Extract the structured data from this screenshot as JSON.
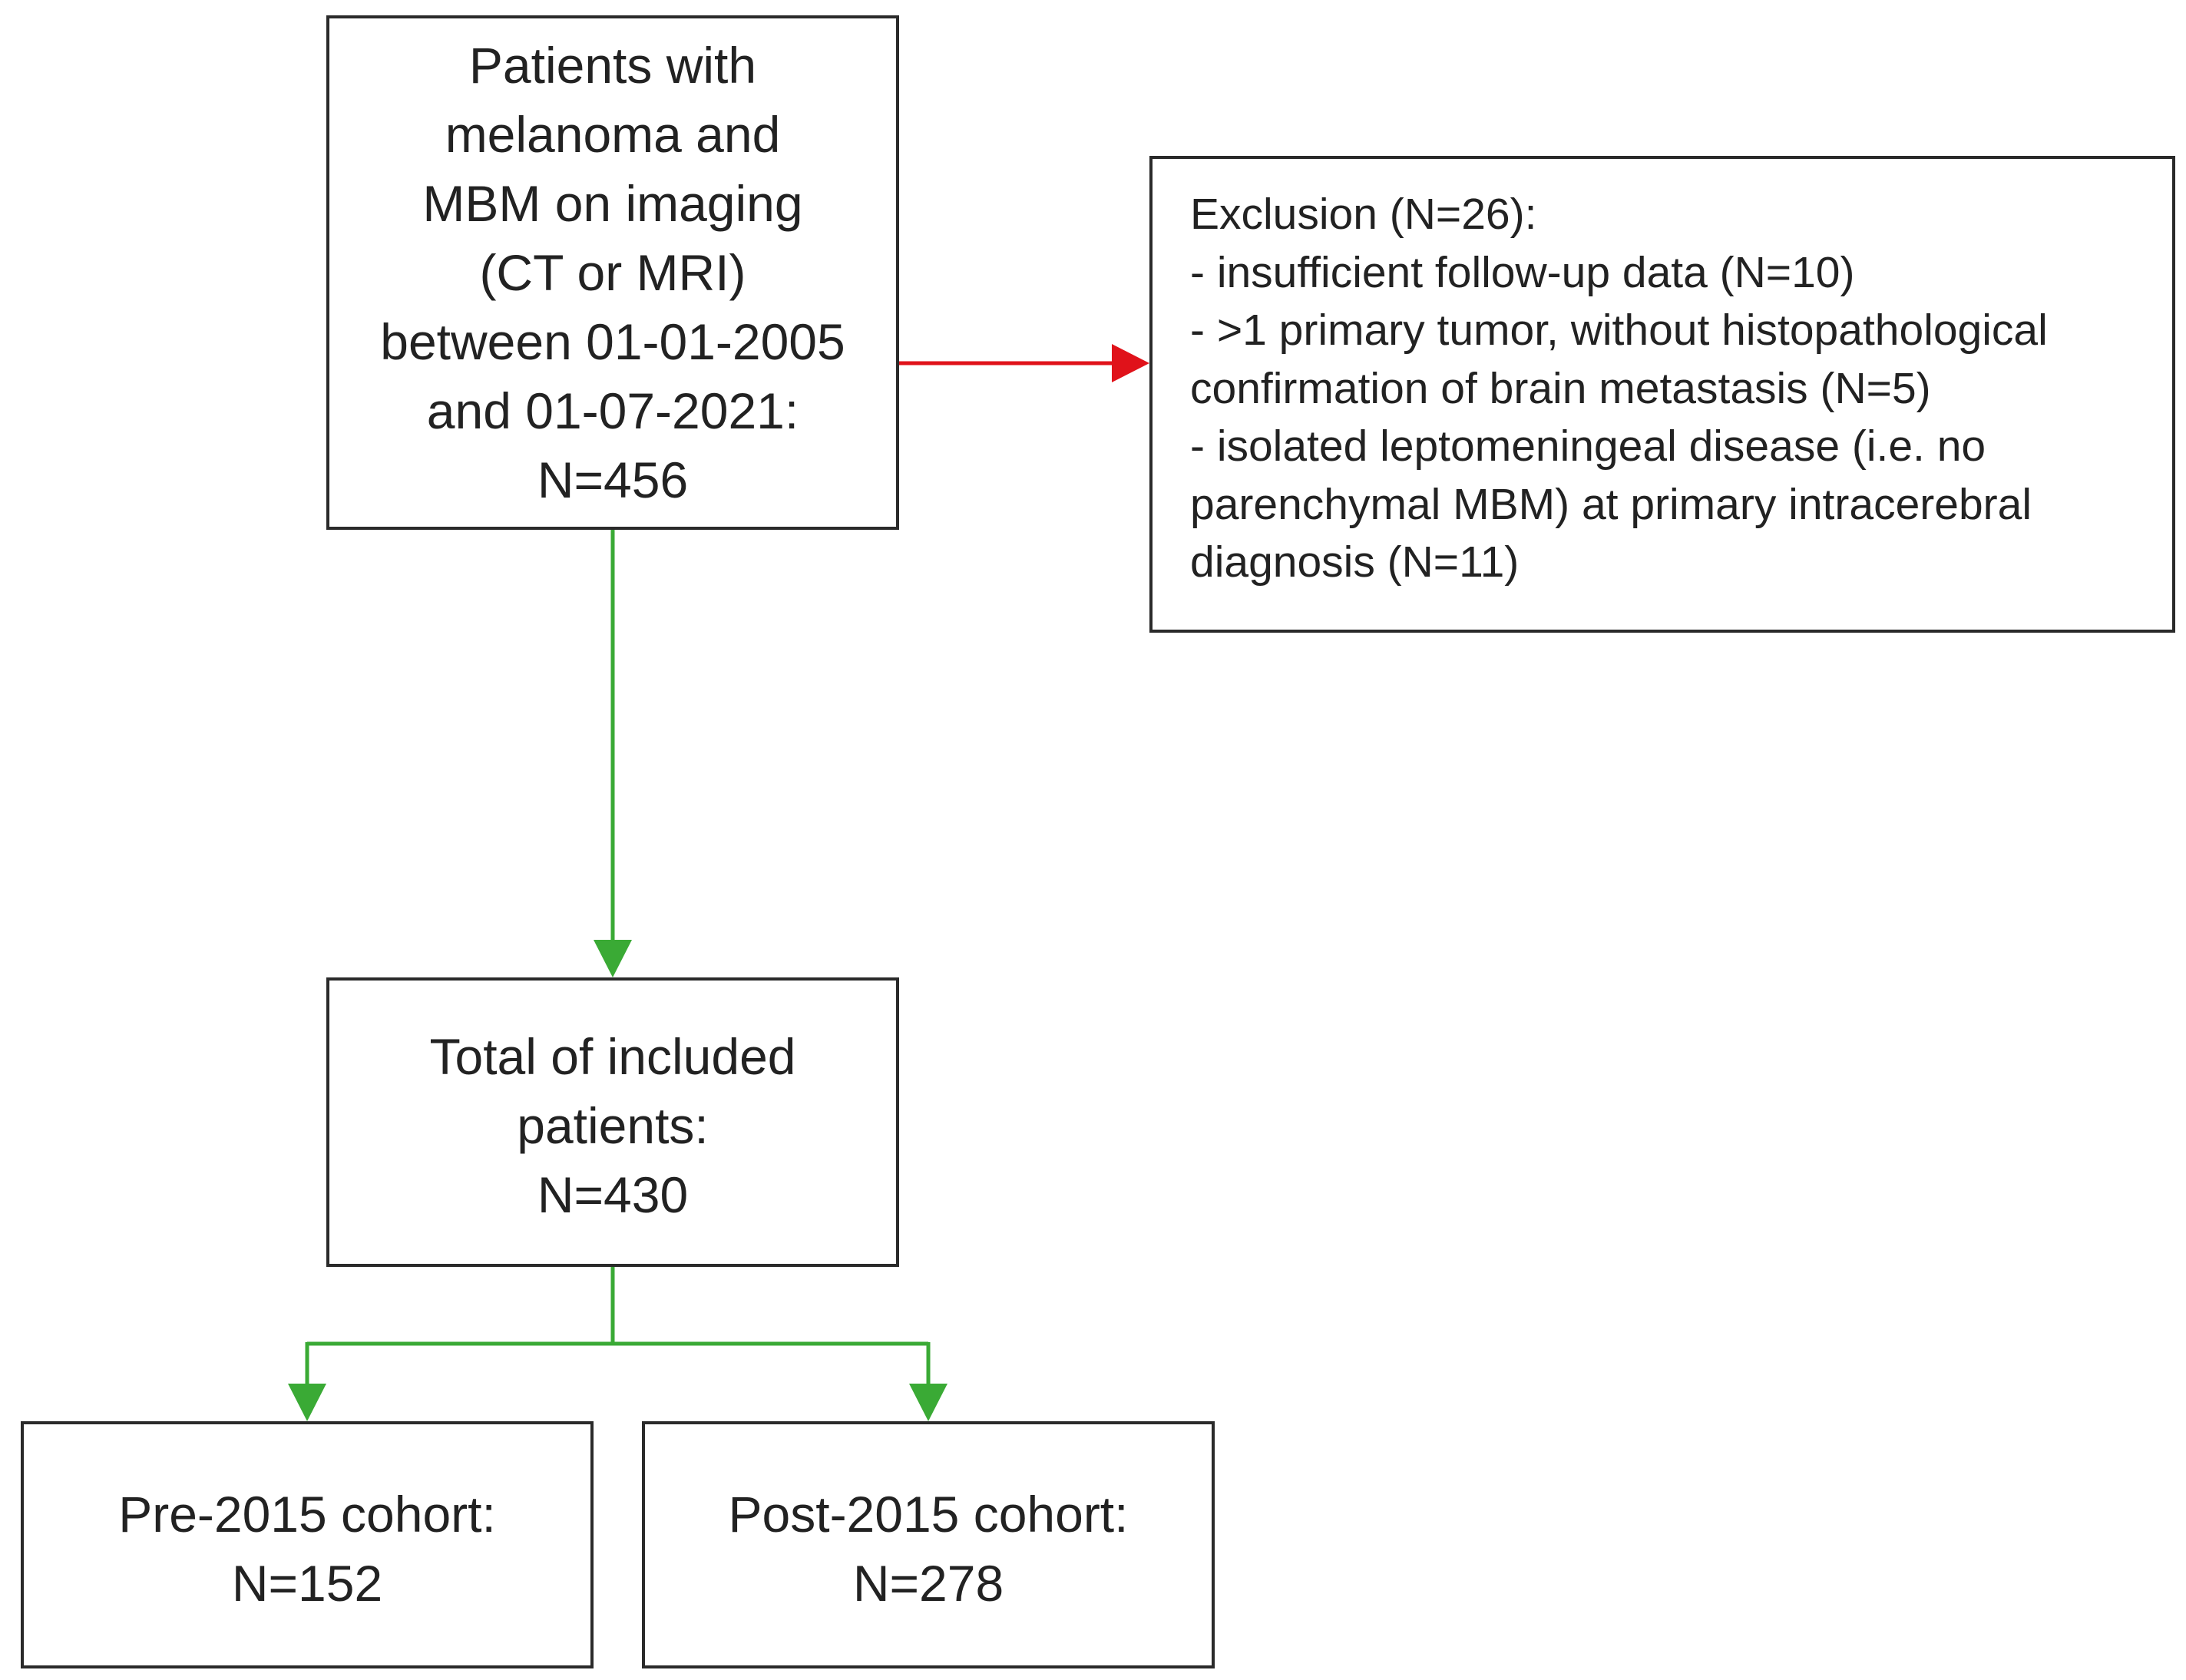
{
  "colors": {
    "inclusion_arrow": "#3aaa35",
    "exclusion_arrow": "#e0121a",
    "box_border": "#2a2a2a"
  },
  "boxes": {
    "patients": {
      "lines": [
        "Patients with",
        "melanoma and",
        "MBM on imaging",
        "(CT or MRI)",
        "between 01-01-2005",
        "and 01-07-2021:",
        "N=456"
      ]
    },
    "exclusion": {
      "lines": [
        "Exclusion (N=26):",
        "- insufficient follow-up data (N=10)",
        "- >1 primary tumor, without histopathological",
        "confirmation of brain metastasis (N=5)",
        "- isolated leptomeningeal disease (i.e. no",
        "parenchymal MBM) at primary intracerebral",
        "diagnosis (N=11)"
      ]
    },
    "included": {
      "lines": [
        "Total of included",
        "patients:",
        "N=430"
      ]
    },
    "pre_cohort": {
      "lines": [
        "Pre-2015 cohort:",
        "N=152"
      ]
    },
    "post_cohort": {
      "lines": [
        "Post-2015 cohort:",
        "N=278"
      ]
    }
  }
}
